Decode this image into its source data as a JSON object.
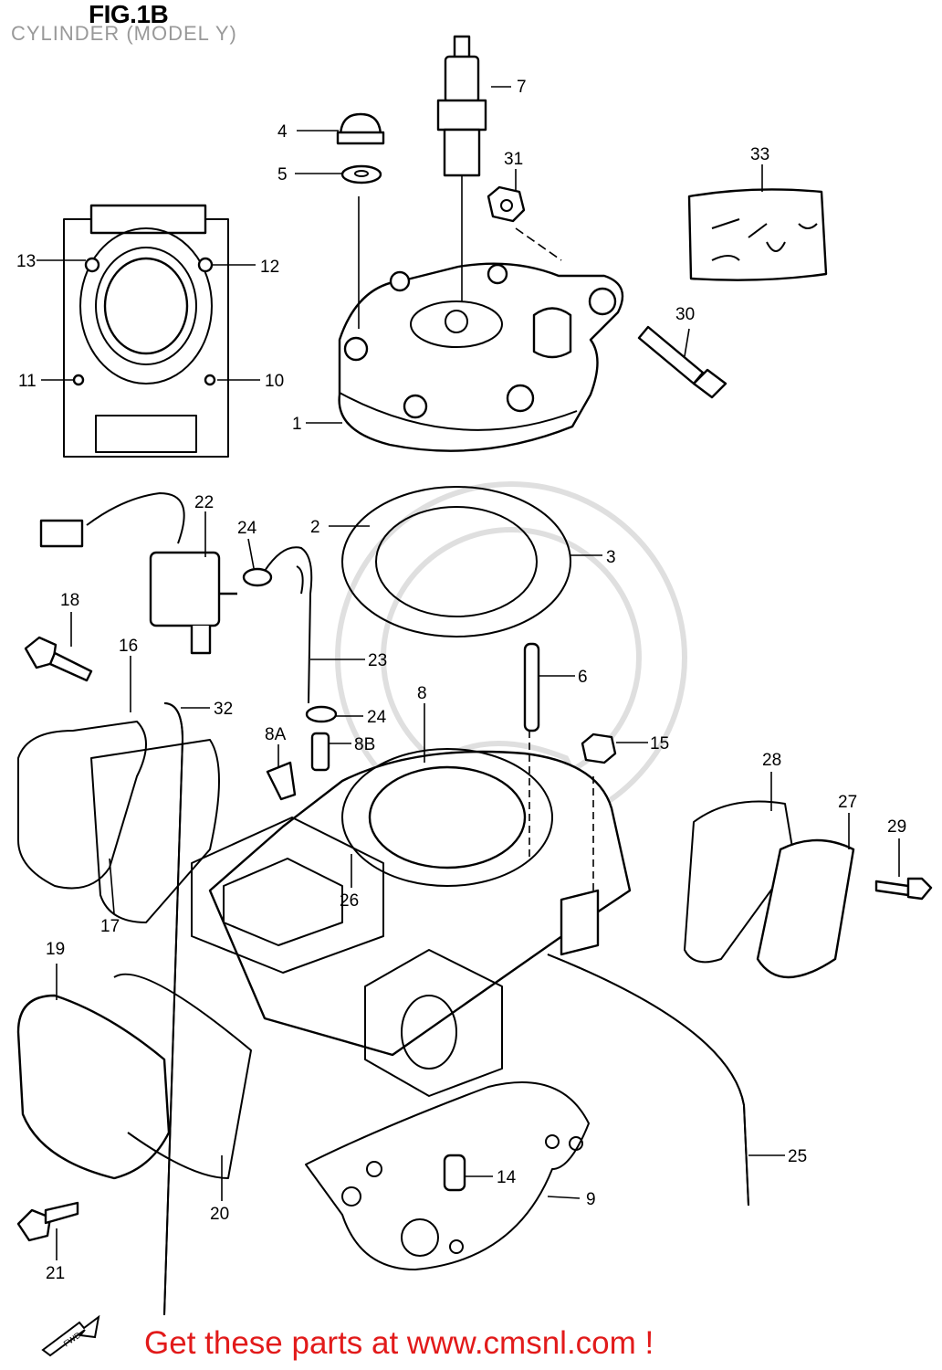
{
  "header": {
    "fig": "FIG.1B",
    "subtitle": "CYLINDER (MODEL Y)"
  },
  "footer": {
    "text": "Get these parts at www.cmsnl.com !",
    "color": "#e21a1a"
  },
  "fwd_label": "FWD",
  "callouts": [
    "1",
    "2",
    "3",
    "4",
    "5",
    "6",
    "7",
    "8",
    "8A",
    "8B",
    "9",
    "10",
    "11",
    "12",
    "13",
    "14",
    "15",
    "16",
    "17",
    "18",
    "19",
    "20",
    "21",
    "22",
    "23",
    "24",
    "24",
    "25",
    "26",
    "27",
    "28",
    "29",
    "30",
    "31",
    "32",
    "33"
  ]
}
